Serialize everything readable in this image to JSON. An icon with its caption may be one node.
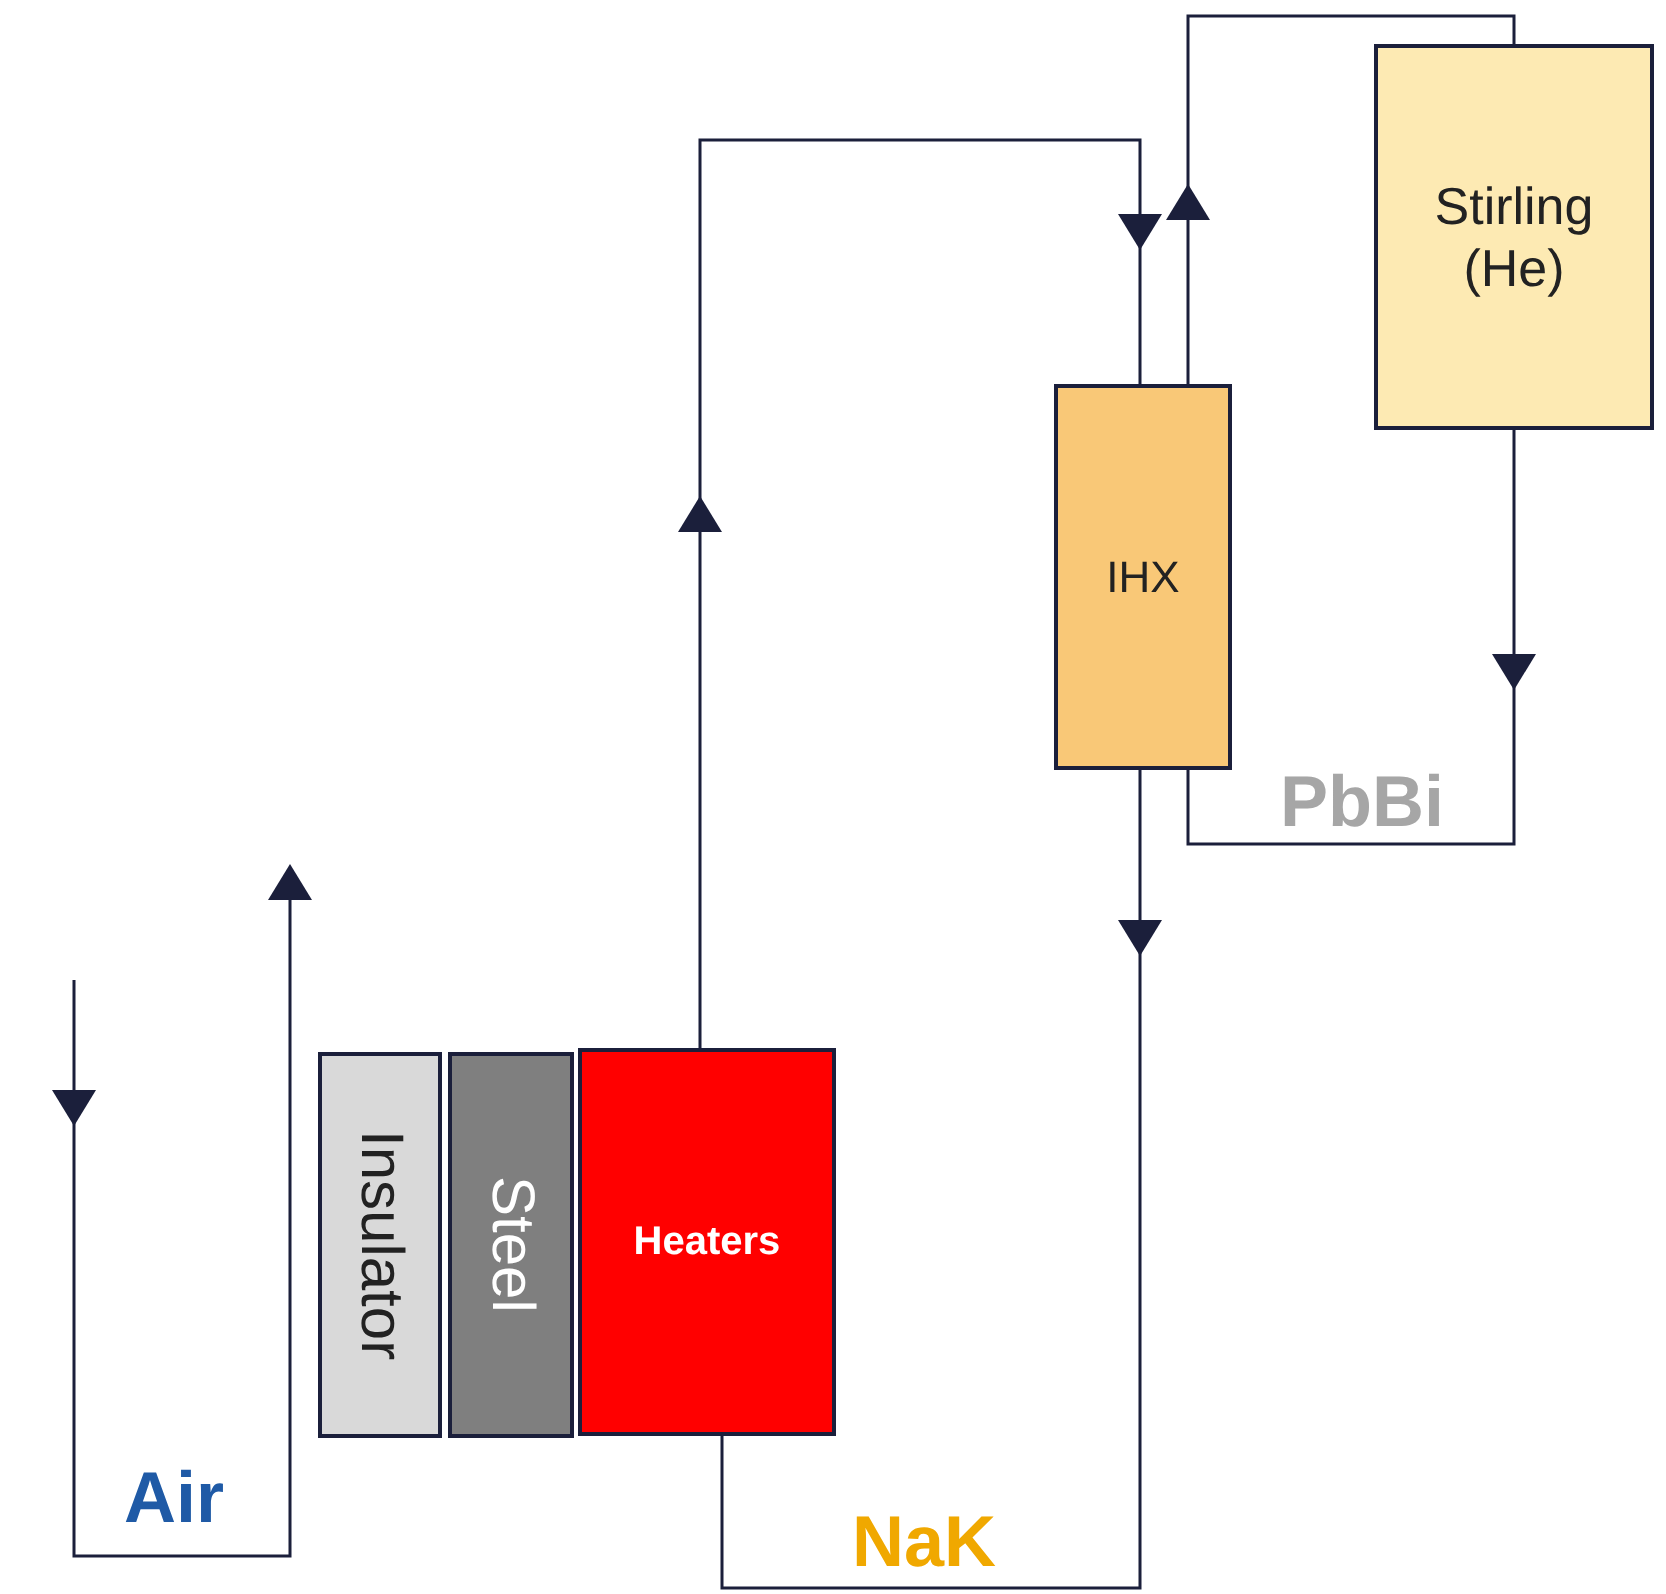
{
  "diagram": {
    "nodes": [
      {
        "text": [
          "Insulator"
        ]
      },
      {
        "text": [
          "Steel"
        ]
      },
      {
        "text": [
          "Heaters"
        ]
      },
      {
        "text": [
          "IHX"
        ]
      },
      {
        "text": [
          "Stirling (He)"
        ]
      }
    ],
    "edges": [
      {
        "from": 2,
        "to": 3,
        "arrow": "to"
      },
      {
        "from": 3,
        "to": 2,
        "arrow": "to"
      },
      {
        "from": 3,
        "to": 4,
        "arrow": "to"
      },
      {
        "from": 4,
        "to": 3,
        "arrow": "to"
      }
    ],
    "labels": [
      "PbBi",
      "Air",
      "NaK"
    ]
  }
}
